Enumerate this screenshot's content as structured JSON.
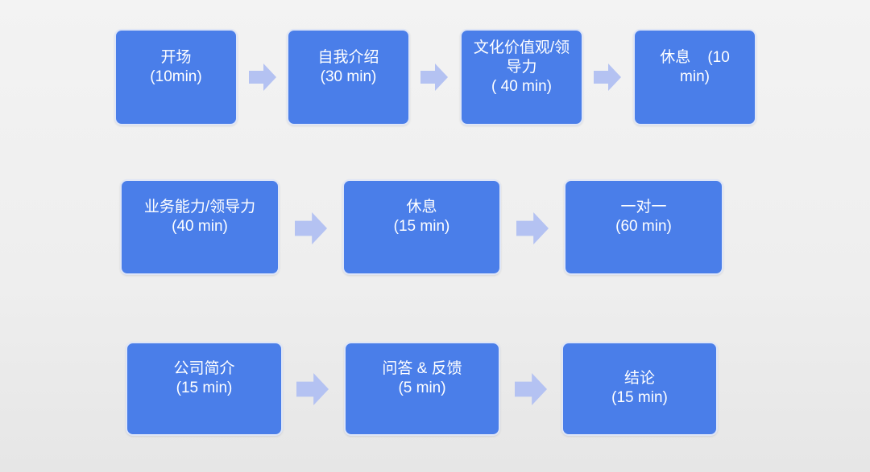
{
  "steps": [
    {
      "lines": [
        "开场",
        "(10min)"
      ]
    },
    {
      "lines": [
        "自我介绍",
        "(30 min)"
      ]
    },
    {
      "lines": [
        "文化价值观/领",
        "导力",
        "( 40 min)"
      ]
    },
    {
      "lines": [
        "休息    (10",
        "min)"
      ]
    },
    {
      "lines": [
        "业务能力/领导力",
        "(40 min)"
      ]
    },
    {
      "lines": [
        "休息",
        "(15 min)"
      ]
    },
    {
      "lines": [
        "一对一",
        "(60 min)"
      ]
    },
    {
      "lines": [
        "公司简介",
        "(15 min)"
      ]
    },
    {
      "lines": [
        "问答 & 反馈",
        "(5 min)"
      ]
    },
    {
      "lines": [
        "结论",
        "(15 min)"
      ]
    }
  ],
  "colors": {
    "box": "#4a7ee9",
    "arrow": "#b4c2f2",
    "text": "#ffffff"
  }
}
